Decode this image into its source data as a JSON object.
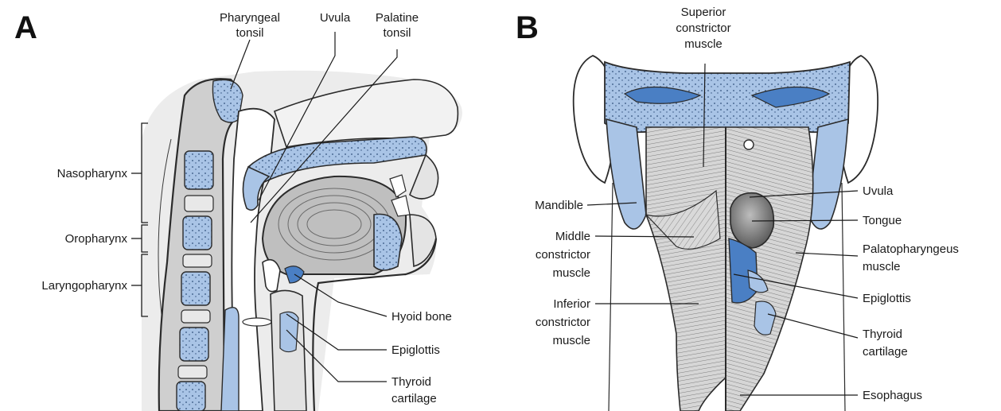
{
  "panels": {
    "a": {
      "letter": "A",
      "labels": {
        "pharyngeal_tonsil": [
          "Pharyngeal",
          "tonsil"
        ],
        "uvula": "Uvula",
        "palatine_tonsil": [
          "Palatine",
          "tonsil"
        ],
        "nasopharynx": "Nasopharynx",
        "oropharynx": "Oropharynx",
        "laryngopharynx": "Laryngopharynx",
        "hyoid_bone": "Hyoid bone",
        "epiglottis": "Epiglottis",
        "thyroid_cartilage": [
          "Thyroid",
          "cartilage"
        ]
      }
    },
    "b": {
      "letter": "B",
      "labels": {
        "superior_constrictor": [
          "Superior",
          "constrictor",
          "muscle"
        ],
        "mandible": "Mandible",
        "middle_constrictor": [
          "Middle",
          "constrictor",
          "muscle"
        ],
        "inferior_constrictor": [
          "Inferior",
          "constrictor",
          "muscle"
        ],
        "uvula": "Uvula",
        "tongue": "Tongue",
        "palatopharyngeus": [
          "Palatopharyngeus",
          "muscle"
        ],
        "epiglottis": "Epiglottis",
        "thyroid_cartilage": [
          "Thyroid",
          "cartilage"
        ],
        "esophagus": "Esophagus"
      }
    }
  },
  "colors": {
    "tissue_blue": "#a9c4e6",
    "deep_blue": "#4a7fc4",
    "muscle_gray": "#d2d2d2",
    "shade_gray": "#e6e6e6",
    "tongue_gray": "#7a7a7a"
  }
}
